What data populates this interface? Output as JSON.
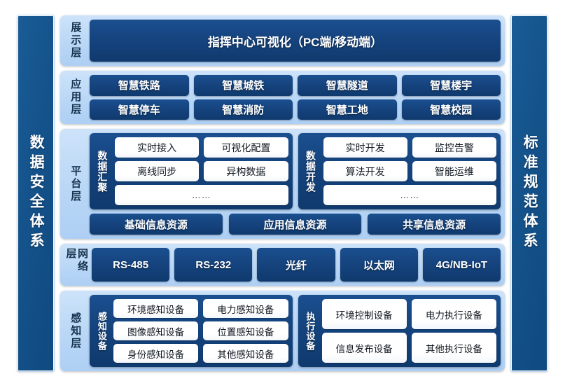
{
  "pillars": {
    "left": {
      "label": "数据安全体系"
    },
    "right": {
      "label": "标准规范体系"
    }
  },
  "layers": [
    {
      "name": "展示层",
      "banner": "指挥中心可视化（PC端/移动端）"
    },
    {
      "name": "应用层",
      "row1": [
        "智慧铁路",
        "智慧城铁",
        "智慧隧道",
        "智慧楼宇"
      ],
      "row2": [
        "智慧停车",
        "智慧消防",
        "智慧工地",
        "智慧校园"
      ]
    },
    {
      "name": "平台层",
      "groups": [
        {
          "name": "数据汇聚",
          "row1": [
            "实时接入",
            "可视化配置"
          ],
          "row2": [
            "离线同步",
            "异构数据"
          ],
          "row3": "……"
        },
        {
          "name": "数据开发",
          "row1": [
            "实时开发",
            "监控告警"
          ],
          "row2": [
            "算法开发",
            "智能运维"
          ],
          "row3": "……"
        }
      ],
      "resources": [
        "基础信息资源",
        "应用信息资源",
        "共享信息资源"
      ]
    },
    {
      "name": "网络层",
      "items": [
        "RS-485",
        "RS-232",
        "光纤",
        "以太网",
        "4G/NB-IoT"
      ]
    },
    {
      "name": "感知层",
      "groups": [
        {
          "name": "感知设备",
          "row1": [
            "环境感知设备",
            "电力感知设备"
          ],
          "row2": [
            "图像感知设备",
            "位置感知设备"
          ],
          "row3": [
            "身份感知设备",
            "其他感知设备"
          ]
        },
        {
          "name": "执行设备",
          "row1": [
            "环境控制设备",
            "电力执行设备"
          ],
          "row2": [
            "信息发布设备",
            "其他执行设备"
          ]
        }
      ]
    }
  ],
  "colors": {
    "dark_blue": "#16447f",
    "light_panel": "#bcdafa",
    "pillar_blue": "#15538c",
    "tile_white": "#ffffff",
    "page_background": "#ffffff"
  }
}
